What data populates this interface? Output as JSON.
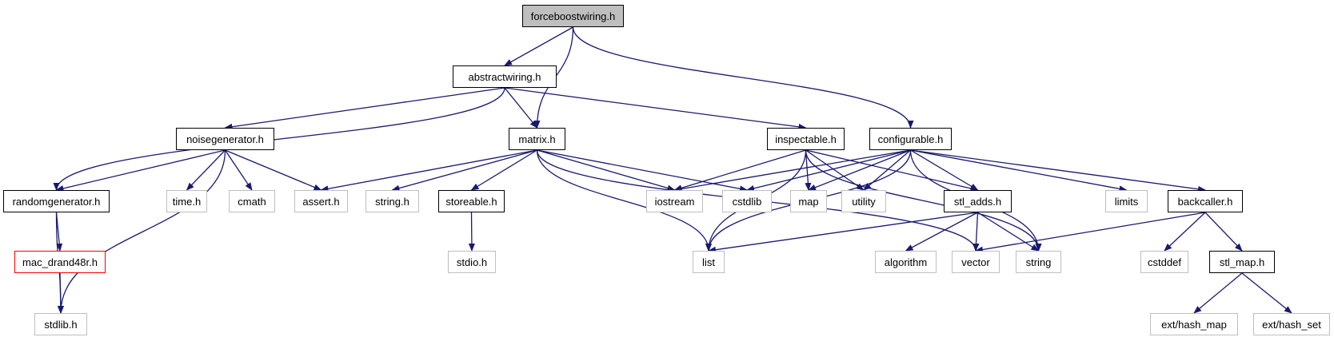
{
  "colors": {
    "edge": "#191970",
    "node_border": "#000000",
    "external_border": "#bfbfbf",
    "root_fill": "#bfbfbf",
    "missing_border": "#ff0000"
  },
  "nodes": [
    {
      "id": "forceboostwiring",
      "label": "forceboostwiring.h",
      "kind": "root"
    },
    {
      "id": "abstractwiring",
      "label": "abstractwiring.h",
      "kind": "file"
    },
    {
      "id": "noisegenerator",
      "label": "noisegenerator.h",
      "kind": "file"
    },
    {
      "id": "matrix",
      "label": "matrix.h",
      "kind": "file"
    },
    {
      "id": "inspectable",
      "label": "inspectable.h",
      "kind": "file"
    },
    {
      "id": "configurable",
      "label": "configurable.h",
      "kind": "file"
    },
    {
      "id": "randomgenerator",
      "label": "randomgenerator.h",
      "kind": "file"
    },
    {
      "id": "time",
      "label": "time.h",
      "kind": "ext"
    },
    {
      "id": "cmath",
      "label": "cmath",
      "kind": "ext"
    },
    {
      "id": "assert",
      "label": "assert.h",
      "kind": "ext"
    },
    {
      "id": "string_h",
      "label": "string.h",
      "kind": "ext"
    },
    {
      "id": "storeable",
      "label": "storeable.h",
      "kind": "file"
    },
    {
      "id": "iostream",
      "label": "iostream",
      "kind": "ext"
    },
    {
      "id": "cstdlib",
      "label": "cstdlib",
      "kind": "ext"
    },
    {
      "id": "map",
      "label": "map",
      "kind": "ext"
    },
    {
      "id": "utility",
      "label": "utility",
      "kind": "ext"
    },
    {
      "id": "stl_adds",
      "label": "stl_adds.h",
      "kind": "file"
    },
    {
      "id": "limits",
      "label": "limits",
      "kind": "ext"
    },
    {
      "id": "backcaller",
      "label": "backcaller.h",
      "kind": "file"
    },
    {
      "id": "mac_drand48r",
      "label": "mac_drand48r.h",
      "kind": "missing"
    },
    {
      "id": "stdio",
      "label": "stdio.h",
      "kind": "ext"
    },
    {
      "id": "list",
      "label": "list",
      "kind": "ext"
    },
    {
      "id": "algorithm",
      "label": "algorithm",
      "kind": "ext"
    },
    {
      "id": "vector",
      "label": "vector",
      "kind": "ext"
    },
    {
      "id": "string",
      "label": "string",
      "kind": "ext"
    },
    {
      "id": "cstddef",
      "label": "cstddef",
      "kind": "ext"
    },
    {
      "id": "stl_map",
      "label": "stl_map.h",
      "kind": "file"
    },
    {
      "id": "stdlib",
      "label": "stdlib.h",
      "kind": "ext"
    },
    {
      "id": "ext_hash_map",
      "label": "ext/hash_map",
      "kind": "ext"
    },
    {
      "id": "ext_hash_set",
      "label": "ext/hash_set",
      "kind": "ext"
    }
  ],
  "edges": [
    [
      "forceboostwiring",
      "abstractwiring"
    ],
    [
      "forceboostwiring",
      "matrix"
    ],
    [
      "forceboostwiring",
      "configurable"
    ],
    [
      "abstractwiring",
      "randomgenerator"
    ],
    [
      "abstractwiring",
      "noisegenerator"
    ],
    [
      "abstractwiring",
      "matrix"
    ],
    [
      "abstractwiring",
      "inspectable"
    ],
    [
      "noisegenerator",
      "randomgenerator"
    ],
    [
      "noisegenerator",
      "stdlib"
    ],
    [
      "noisegenerator",
      "time"
    ],
    [
      "noisegenerator",
      "cmath"
    ],
    [
      "noisegenerator",
      "assert"
    ],
    [
      "randomgenerator",
      "mac_drand48r"
    ],
    [
      "randomgenerator",
      "stdlib"
    ],
    [
      "mac_drand48r",
      "stdlib"
    ],
    [
      "matrix",
      "assert"
    ],
    [
      "matrix",
      "string_h"
    ],
    [
      "matrix",
      "storeable"
    ],
    [
      "matrix",
      "iostream"
    ],
    [
      "matrix",
      "cstdlib"
    ],
    [
      "matrix",
      "list"
    ],
    [
      "matrix",
      "vector"
    ],
    [
      "storeable",
      "stdio"
    ],
    [
      "inspectable",
      "list"
    ],
    [
      "inspectable",
      "iostream"
    ],
    [
      "inspectable",
      "map"
    ],
    [
      "inspectable",
      "utility"
    ],
    [
      "inspectable",
      "stl_adds"
    ],
    [
      "inspectable",
      "string"
    ],
    [
      "configurable",
      "iostream"
    ],
    [
      "configurable",
      "cstdlib"
    ],
    [
      "configurable",
      "map"
    ],
    [
      "configurable",
      "utility"
    ],
    [
      "configurable",
      "stl_adds"
    ],
    [
      "configurable",
      "list"
    ],
    [
      "configurable",
      "string"
    ],
    [
      "configurable",
      "limits"
    ],
    [
      "configurable",
      "backcaller"
    ],
    [
      "stl_adds",
      "list"
    ],
    [
      "stl_adds",
      "algorithm"
    ],
    [
      "stl_adds",
      "vector"
    ],
    [
      "stl_adds",
      "string"
    ],
    [
      "backcaller",
      "vector"
    ],
    [
      "backcaller",
      "cstddef"
    ],
    [
      "backcaller",
      "stl_map"
    ],
    [
      "stl_map",
      "ext_hash_map"
    ],
    [
      "stl_map",
      "ext_hash_set"
    ]
  ]
}
